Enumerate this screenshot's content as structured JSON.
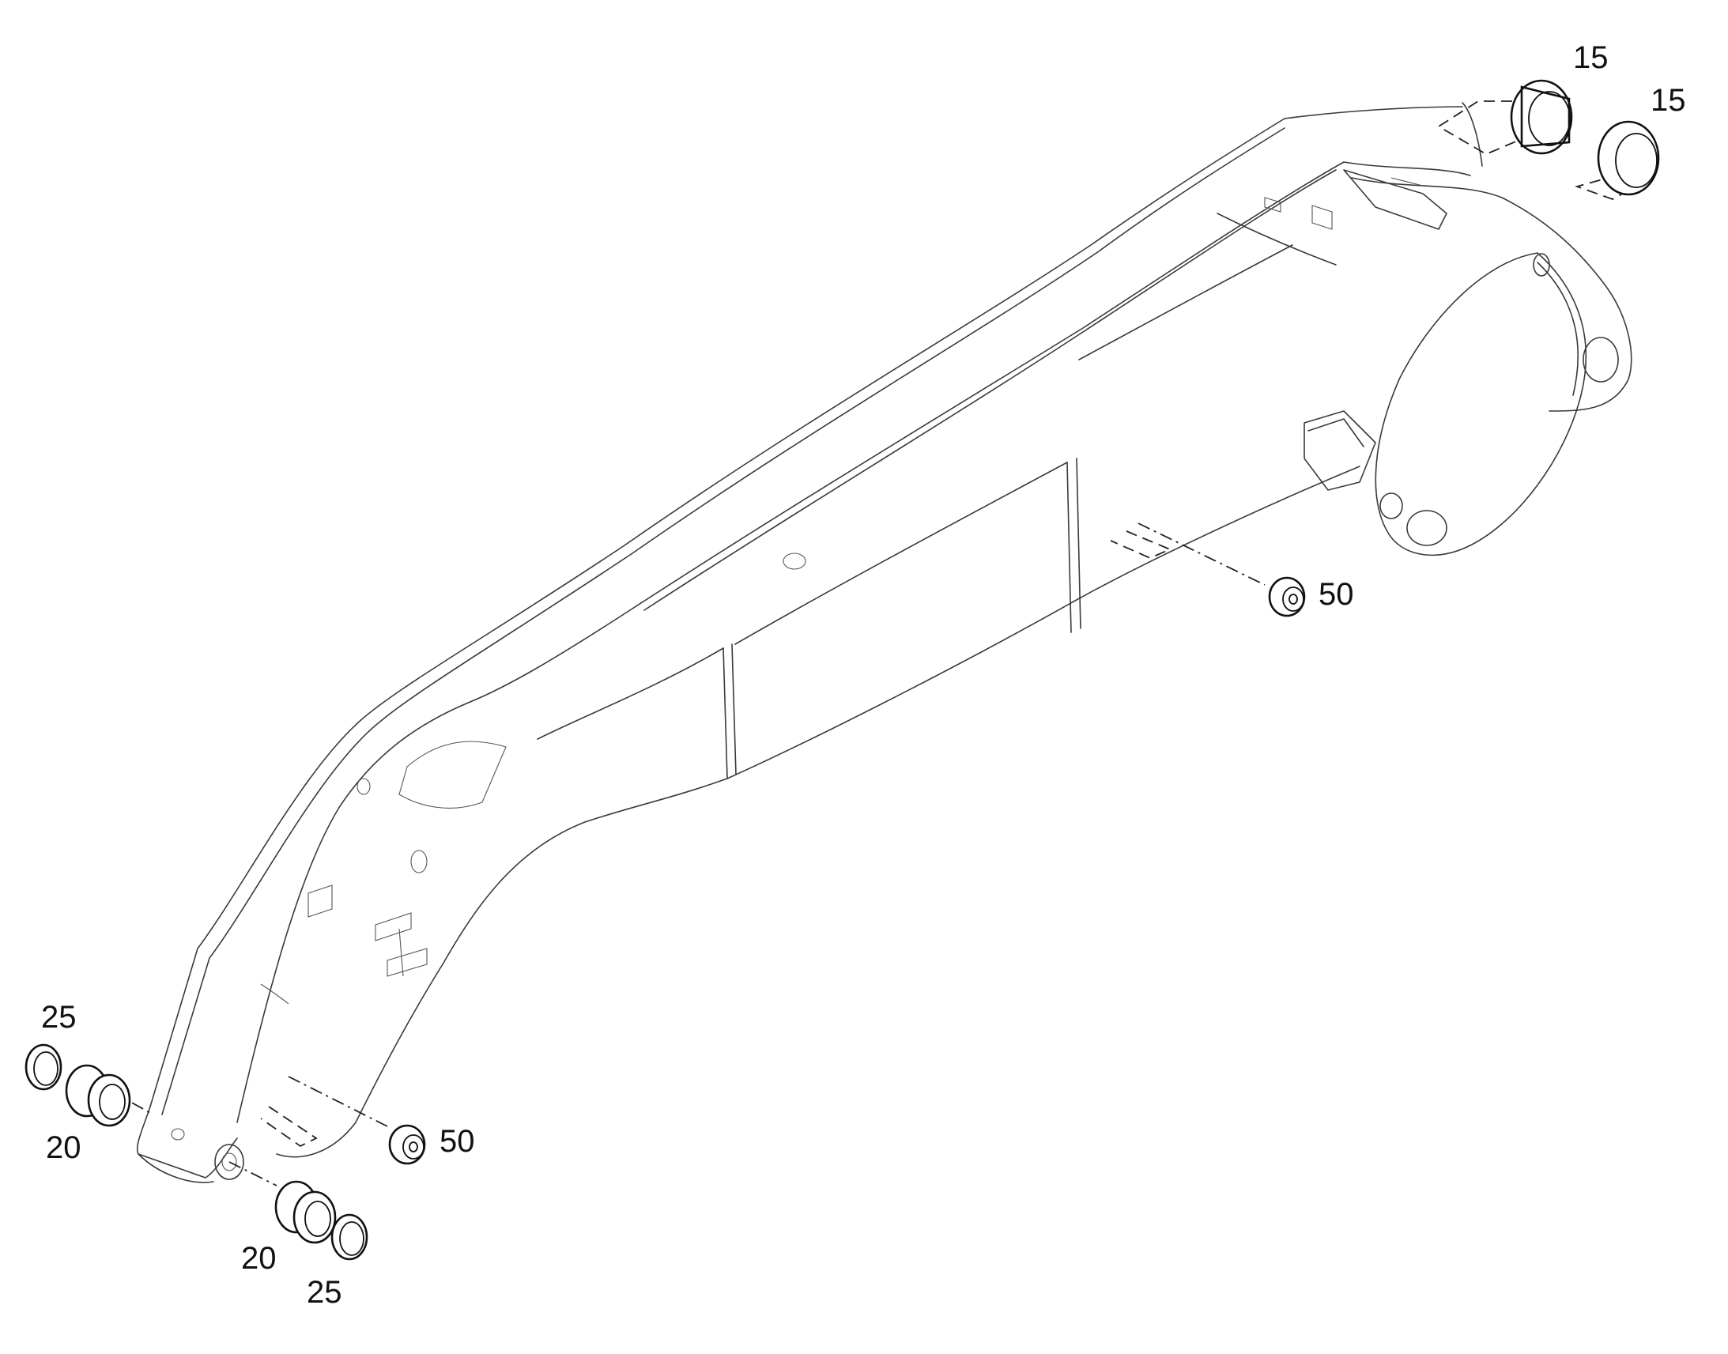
{
  "callouts": [
    {
      "id": "c15a",
      "text": "15"
    },
    {
      "id": "c15b",
      "text": "15"
    },
    {
      "id": "c50a",
      "text": "50"
    },
    {
      "id": "c50b",
      "text": "50"
    },
    {
      "id": "c25a",
      "text": "25"
    },
    {
      "id": "c20a",
      "text": "20"
    },
    {
      "id": "c20b",
      "text": "20"
    },
    {
      "id": "c25b",
      "text": "25"
    }
  ]
}
